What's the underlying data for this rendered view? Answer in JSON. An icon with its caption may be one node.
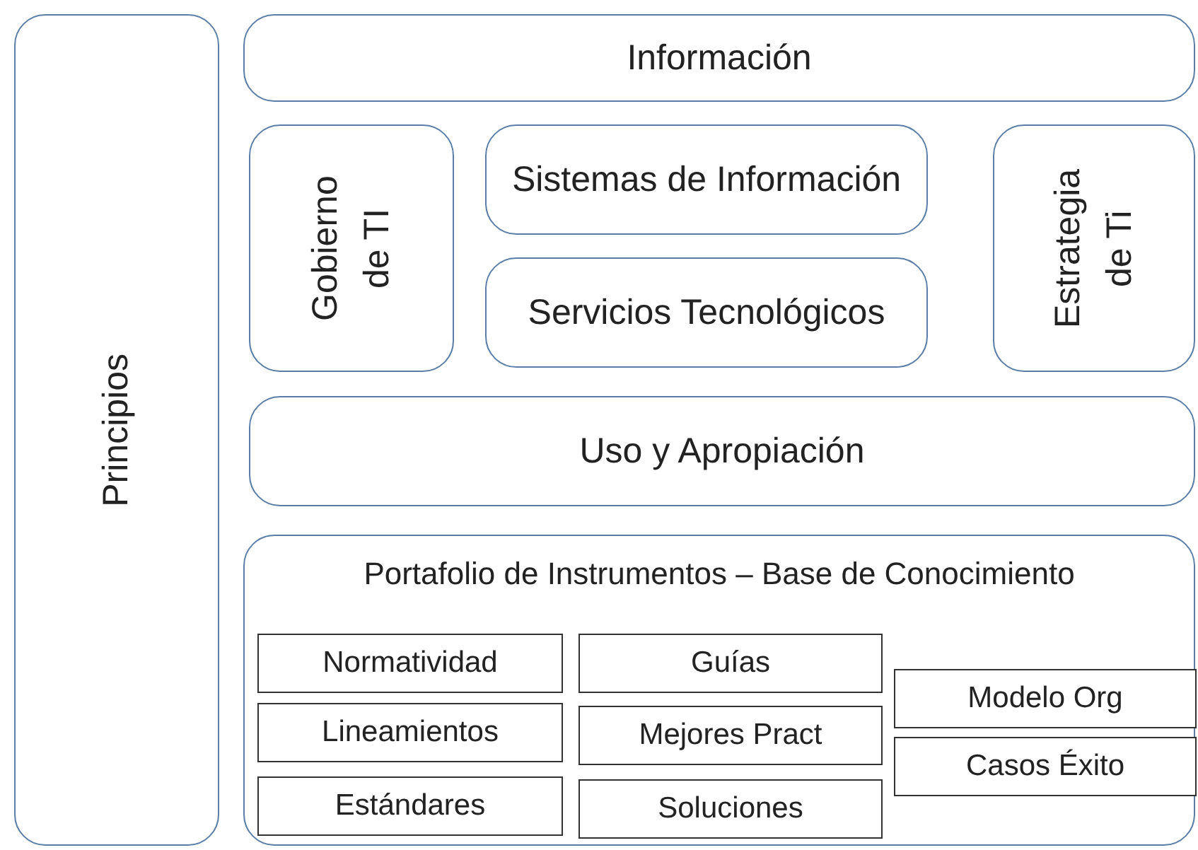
{
  "diagram": {
    "nodes": [
      {
        "text": [
          "Principios"
        ]
      },
      {
        "text": [
          "Información"
        ]
      },
      {
        "text": [
          "Gobierno de TI"
        ]
      },
      {
        "text": [
          "Sistemas de Información"
        ]
      },
      {
        "text": [
          "Servicios Tecnológicos"
        ]
      },
      {
        "text": [
          "Estrategia de Ti"
        ]
      },
      {
        "text": [
          "Uso y Apropiación"
        ]
      },
      {
        "text": [
          "Portafolio de Instrumentos – Base de Conocimiento"
        ]
      },
      {
        "text": [
          "Normatividad"
        ],
        "in": 7
      },
      {
        "text": [
          "Guías"
        ],
        "in": 7
      },
      {
        "text": [
          "Lineamientos"
        ],
        "in": 7
      },
      {
        "text": [
          "Mejores Pract"
        ],
        "in": 7
      },
      {
        "text": [
          "Modelo Org"
        ],
        "in": 7
      },
      {
        "text": [
          "Estándares"
        ],
        "in": 7
      },
      {
        "text": [
          "Soluciones"
        ],
        "in": 7
      },
      {
        "text": [
          "Casos Éxito"
        ],
        "in": 7
      }
    ],
    "edges": []
  }
}
